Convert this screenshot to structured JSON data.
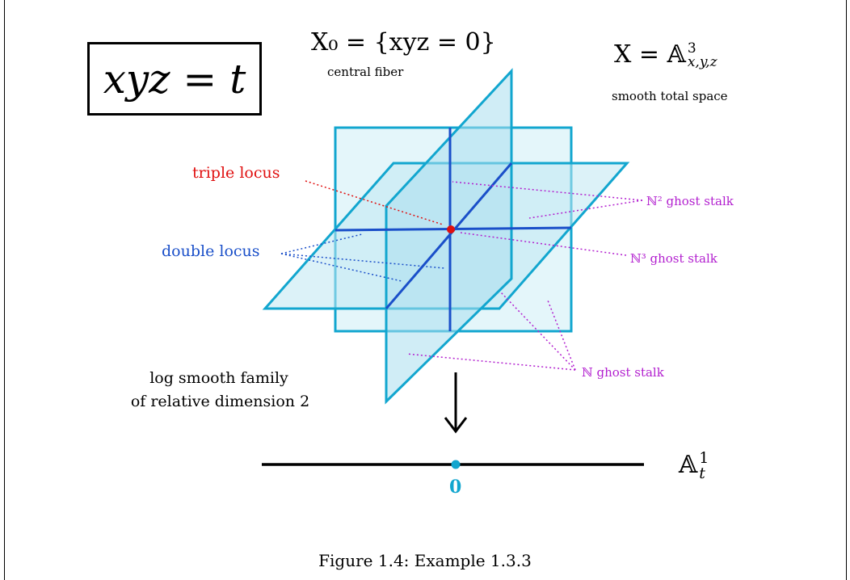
{
  "equation_box": "xyz = t",
  "central_fiber": {
    "equation": "X₀ = {xyz = 0}",
    "caption": "central fiber"
  },
  "total_space": {
    "equation_prefix": "X = 𝔸",
    "superscript": "3",
    "subscript": "x,y,z",
    "caption": "smooth total space"
  },
  "labels": {
    "triple_locus": "triple locus",
    "double_locus": "double locus",
    "n2_stalk": "ℕ² ghost stalk",
    "n3_stalk": "ℕ³ ghost stalk",
    "n_stalk": "ℕ ghost stalk",
    "family_line1": "log smooth family",
    "family_line2": "of relative dimension 2"
  },
  "base": {
    "symbol": "𝔸",
    "superscript": "1",
    "subscript": "t",
    "origin_label": "0"
  },
  "figure_caption": "Figure 1.4: Example 1.3.3",
  "colors": {
    "plane_stroke": "#12a6cf",
    "plane_fill": "#cdeef6",
    "double_locus": "#1a4fc9",
    "triple_locus": "#e01010",
    "ghost": "#b21fcf",
    "origin": "#12a6cf"
  }
}
